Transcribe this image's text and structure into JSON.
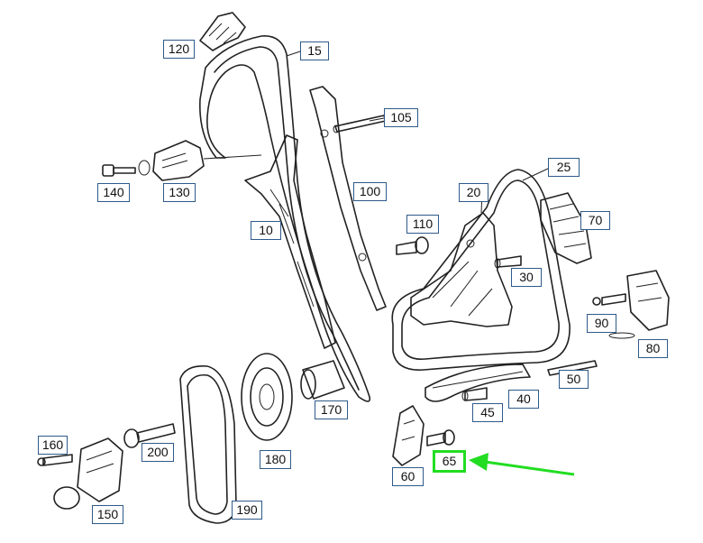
{
  "diagram": {
    "highlight_color": "#22dd22",
    "callout_border_color": "#2e5a8a",
    "highlighted_part": "65",
    "callouts": {
      "c120": "120",
      "c15": "15",
      "c105": "105",
      "c140": "140",
      "c130": "130",
      "c100": "100",
      "c25": "25",
      "c20": "20",
      "c70": "70",
      "c10": "10",
      "c110": "110",
      "c30": "30",
      "c90": "90",
      "c80": "80",
      "c50": "50",
      "c40": "40",
      "c45": "45",
      "c170": "170",
      "c160": "160",
      "c200": "200",
      "c180": "180",
      "c65": "65",
      "c60": "60",
      "c150": "150",
      "c190": "190"
    }
  }
}
